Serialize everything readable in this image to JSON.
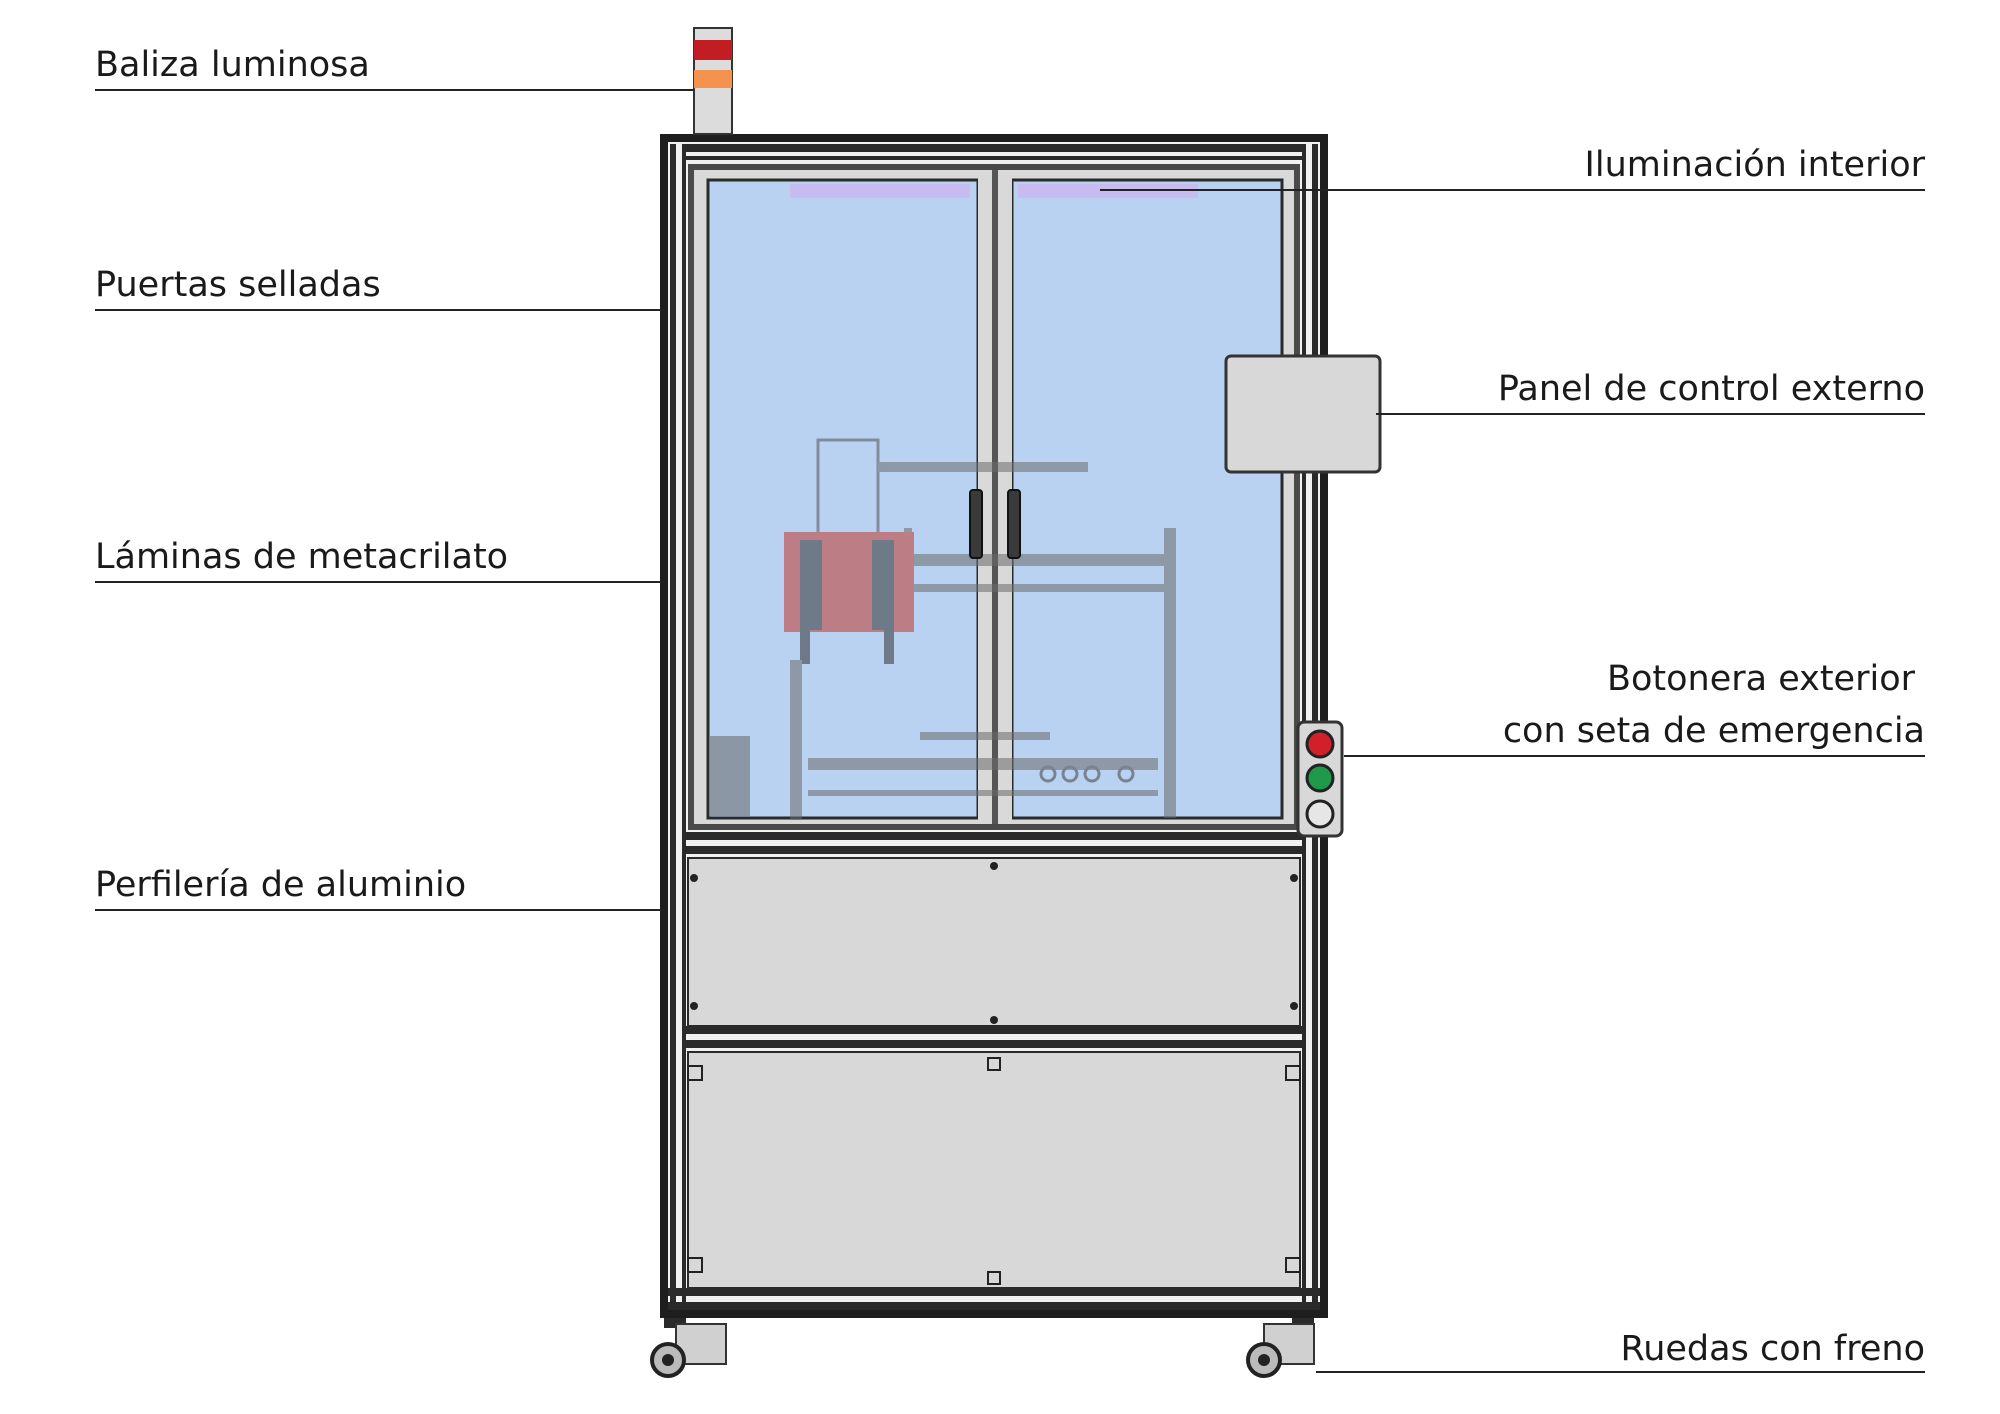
{
  "labels": {
    "beacon": "Baliza luminosa",
    "doors": "Puertas selladas",
    "sheets": "Láminas de metacrilato",
    "profiles": "Perfilería de aluminio",
    "lighting": "Iluminación interior",
    "panel": "Panel de control externo",
    "buttons_line1": "Botonera exterior",
    "buttons_line2": "con seta de emergencia",
    "wheels": "Ruedas con freno"
  },
  "colors": {
    "frame": "#1e1e1e",
    "glass": "#b9d2f2",
    "panel": "#d8d8d8",
    "beacon_red": "#c21d23",
    "beacon_orange": "#f5924e",
    "button_red": "#d1202a",
    "button_green": "#1f9a4a",
    "button_white": "#e6e6e6",
    "light_strip": "#c9b8ef",
    "machine_red": "#c0392b"
  },
  "icons": [
    "beacon-light-icon",
    "emergency-button-icon",
    "caster-wheel-icon",
    "door-handle-icon"
  ]
}
